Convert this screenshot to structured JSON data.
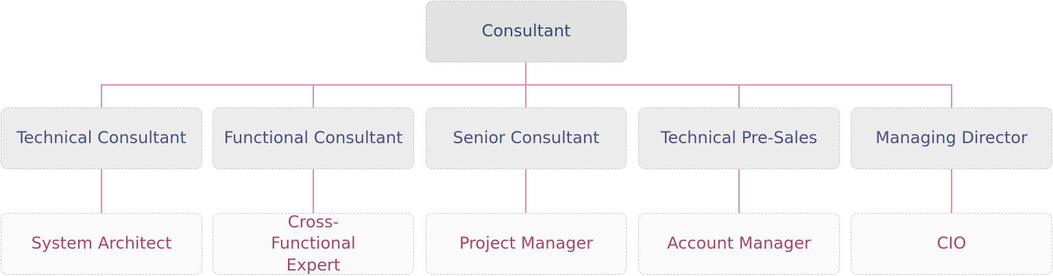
{
  "colors": {
    "connector": "#e58ea3",
    "root_fill": "#e2e2e2",
    "level1_fill": "#ececec",
    "level2_fill": "#fafafa",
    "level1_text": "#4a5180",
    "level2_text": "#a8466a",
    "border": "#c9c9c9"
  },
  "root": {
    "label": "Consultant"
  },
  "branches": [
    {
      "role": "Technical Consultant",
      "next_role": "System Architect"
    },
    {
      "role": "Functional Consultant",
      "next_role": "Cross-Functional Expert"
    },
    {
      "role": "Senior Consultant",
      "next_role": "Project Manager"
    },
    {
      "role": "Technical Pre-Sales",
      "next_role": "Account Manager"
    },
    {
      "role": "Managing Director",
      "next_role": "CIO"
    }
  ]
}
